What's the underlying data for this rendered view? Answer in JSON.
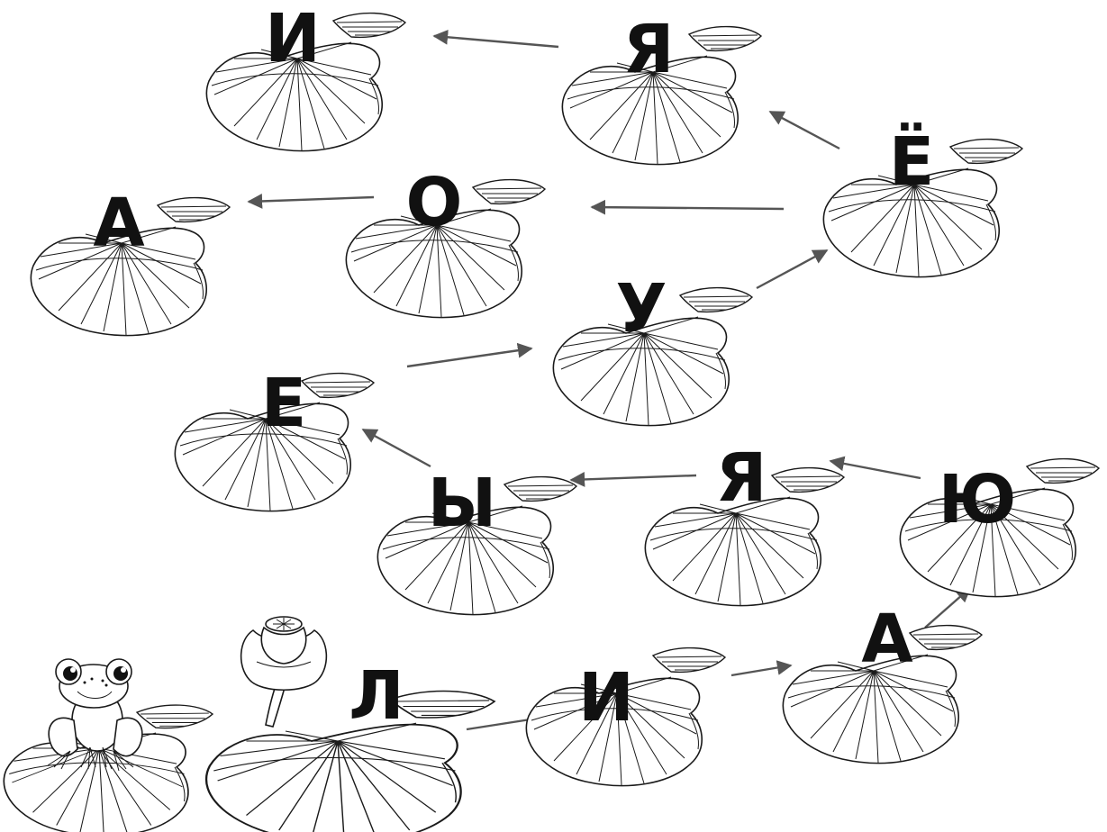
{
  "letters": {
    "l1": "И",
    "l2": "Я",
    "l3": "Ё",
    "l4": "О",
    "l5": "А",
    "l6": "У",
    "l7": "Е",
    "l8": "Ы",
    "l9": "Я",
    "l10": "Ю",
    "l11": "А",
    "l12": "И",
    "l13": "Л"
  },
  "colors": {
    "arrow": "#555555",
    "ink": "#1a1a1a",
    "letter": "#111111",
    "background": "#ffffff"
  },
  "icons": [
    "frog-icon",
    "water-lily-flower-icon",
    "lily-pad-icon",
    "arrow-icon"
  ]
}
